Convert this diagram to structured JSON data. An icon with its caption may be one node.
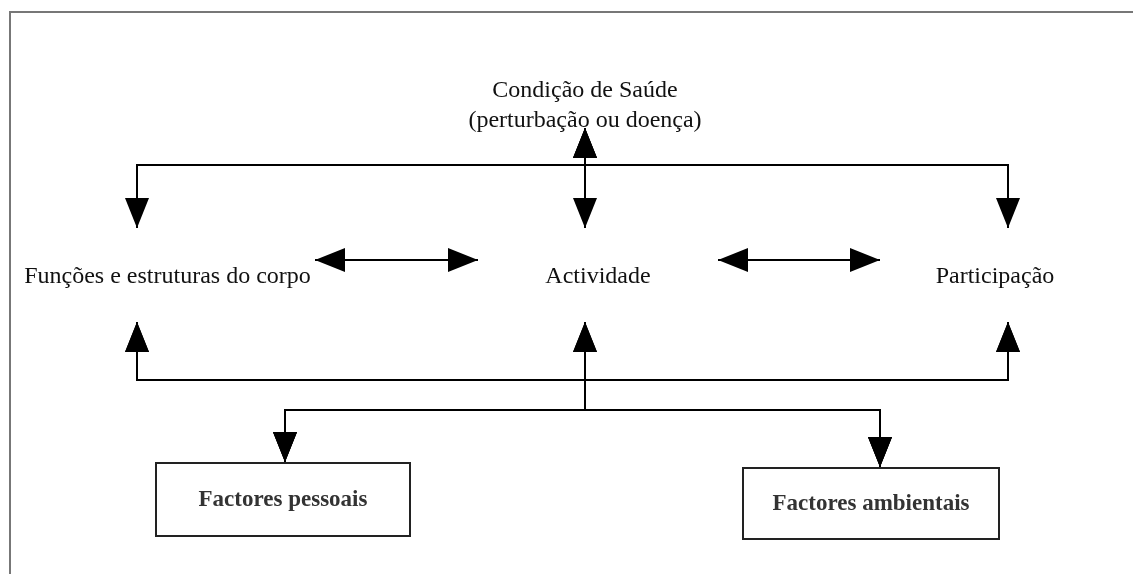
{
  "diagram": {
    "nodes": [
      {
        "text": [
          "Condição de Saúde (perturbação ou doença)"
        ]
      },
      {
        "text": [
          "Funções e estruturas do corpo"
        ]
      },
      {
        "text": [
          "Actividade"
        ]
      },
      {
        "text": [
          "Participação"
        ]
      },
      {
        "text": [
          "Factores pessoais"
        ]
      },
      {
        "text": [
          "Factores ambientais"
        ]
      }
    ],
    "edges": [
      {
        "from": 0,
        "to": 1,
        "arrow": "both"
      },
      {
        "from": 0,
        "to": 2,
        "arrow": "both"
      },
      {
        "from": 0,
        "to": 3,
        "arrow": "both"
      },
      {
        "from": 1,
        "to": 2,
        "arrow": "both"
      },
      {
        "from": 2,
        "to": 3,
        "arrow": "both"
      },
      {
        "from": 4,
        "to": 1,
        "arrow": "both"
      },
      {
        "from": 4,
        "to": 2,
        "arrow": "both"
      },
      {
        "from": 4,
        "to": 3,
        "arrow": "both"
      },
      {
        "from": 5,
        "to": 1,
        "arrow": "both"
      },
      {
        "from": 5,
        "to": 2,
        "arrow": "both"
      },
      {
        "from": 5,
        "to": 3,
        "arrow": "both"
      }
    ]
  }
}
